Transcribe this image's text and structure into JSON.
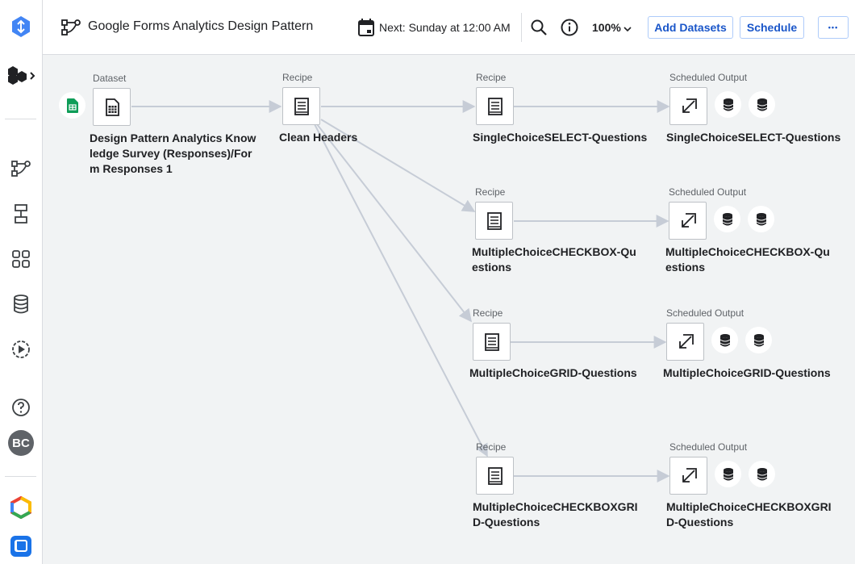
{
  "app": {
    "title": "Google Forms Analytics Design Pattern",
    "schedule_text": "Next: Sunday at 12:00 AM",
    "zoom": "100%",
    "add_datasets_label": "Add Datasets",
    "schedule_label": "Schedule",
    "more_label": "•••"
  },
  "rail": {
    "avatar_initials": "BC"
  },
  "colors": {
    "accent": "#1a73e8",
    "node_border": "#bdc1c6",
    "edge": "#c6ccd6"
  },
  "flow": {
    "dataset": {
      "type_label": "Dataset",
      "name": "Design Pattern Analytics Knowledge Survey (Responses)/Form Responses 1"
    },
    "clean_recipe": {
      "type_label": "Recipe",
      "name": "Clean Headers"
    },
    "branches": [
      {
        "recipe_type_label": "Recipe",
        "recipe_name": "SingleChoiceSELECT-Questions",
        "output_type_label": "Scheduled Output",
        "output_name": "SingleChoiceSELECT-Questions"
      },
      {
        "recipe_type_label": "Recipe",
        "recipe_name": "MultipleChoiceCHECKBOX-Questions",
        "output_type_label": "Scheduled Output",
        "output_name": "MultipleChoiceCHECKBOX-Questions"
      },
      {
        "recipe_type_label": "Recipe",
        "recipe_name": "MultipleChoiceGRID-Questions",
        "output_type_label": "Scheduled Output",
        "output_name": "MultipleChoiceGRID-Questions"
      },
      {
        "recipe_type_label": "Recipe",
        "recipe_name": "MultipleChoiceCHECKBOXGRID-Questions",
        "output_type_label": "Scheduled Output",
        "output_name": "MultipleChoiceCHECKBOXGRID-Questions"
      }
    ]
  }
}
